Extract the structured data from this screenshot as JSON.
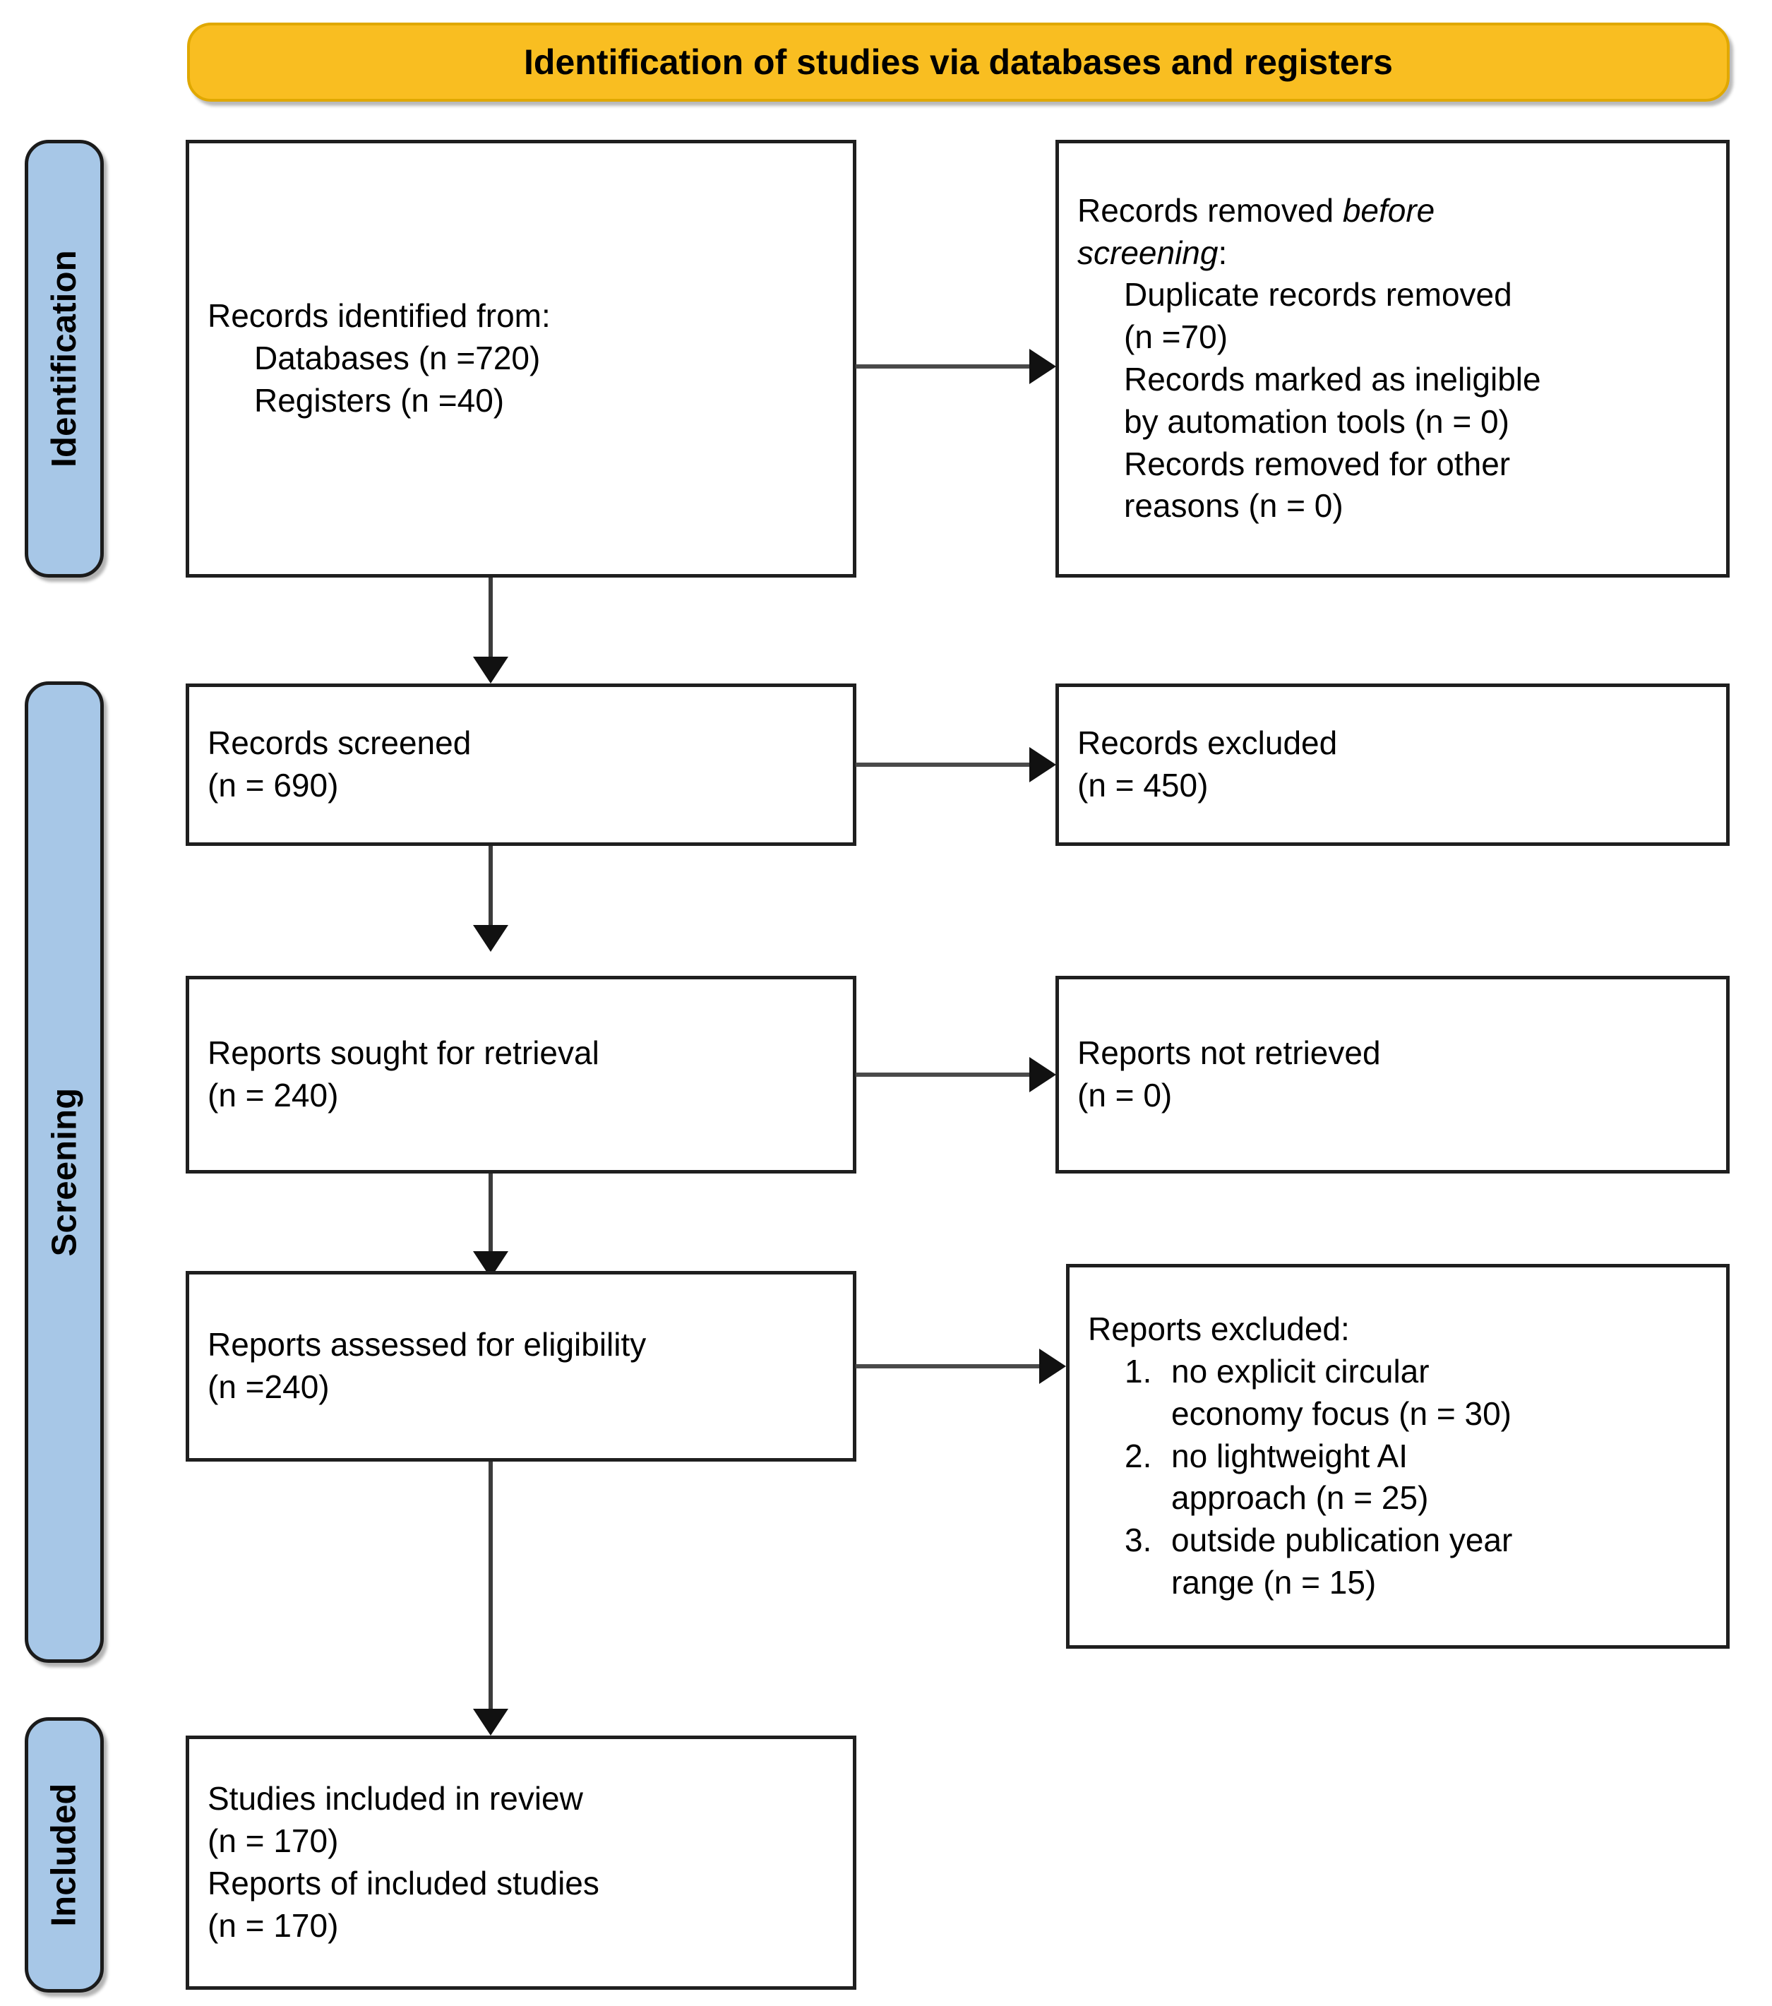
{
  "header": {
    "title": "Identification of studies via databases and registers"
  },
  "stages": [
    {
      "id": "identification",
      "label": "Identification"
    },
    {
      "id": "screening",
      "label": "Screening"
    },
    {
      "id": "included",
      "label": "Included"
    }
  ],
  "boxes": {
    "records_identified": {
      "line1": "Records identified from:",
      "line2": "Databases (n =720)",
      "line3": "Registers (n =40)"
    },
    "records_removed": {
      "line1a": "Records removed ",
      "line1b": "before",
      "line2": "screening",
      "line2b": ":",
      "line3": "Duplicate records removed",
      "line4": "(n =70)",
      "line5": "Records marked as ineligible",
      "line6": "by automation tools (n = 0)",
      "line7": "Records removed for other",
      "line8": "reasons (n = 0)"
    },
    "records_screened": {
      "line1": "Records screened",
      "line2": "(n = 690)"
    },
    "records_excluded": {
      "line1": "Records excluded",
      "line2": "(n = 450)"
    },
    "reports_sought": {
      "line1": "Reports sought for retrieval",
      "line2": "(n = 240)"
    },
    "reports_not_retrieved": {
      "line1": "Reports not retrieved",
      "line2": "(n = 0)"
    },
    "reports_assessed": {
      "line1": "Reports assessed for eligibility",
      "line2": "(n =240)"
    },
    "reports_excluded": {
      "title": "Reports excluded:",
      "items": [
        {
          "num": "1.",
          "l1": "no explicit circular",
          "l2": "economy focus (n = 30)"
        },
        {
          "num": "2.",
          "l1": "no lightweight AI",
          "l2": "approach (n = 25)"
        },
        {
          "num": "3.",
          "l1": "outside publication year",
          "l2": "range (n = 15)"
        }
      ]
    },
    "studies_included": {
      "line1": "Studies included in review",
      "line2": "(n = 170)",
      "line3": "Reports of included studies",
      "line4": "(n = 170)"
    }
  },
  "colors": {
    "header_fill": "#F9BE21",
    "stage_fill": "#A7C7E7",
    "box_border": "#1f1f1f",
    "connector": "#3c3c3c",
    "page_background": "#FFFFFF"
  }
}
